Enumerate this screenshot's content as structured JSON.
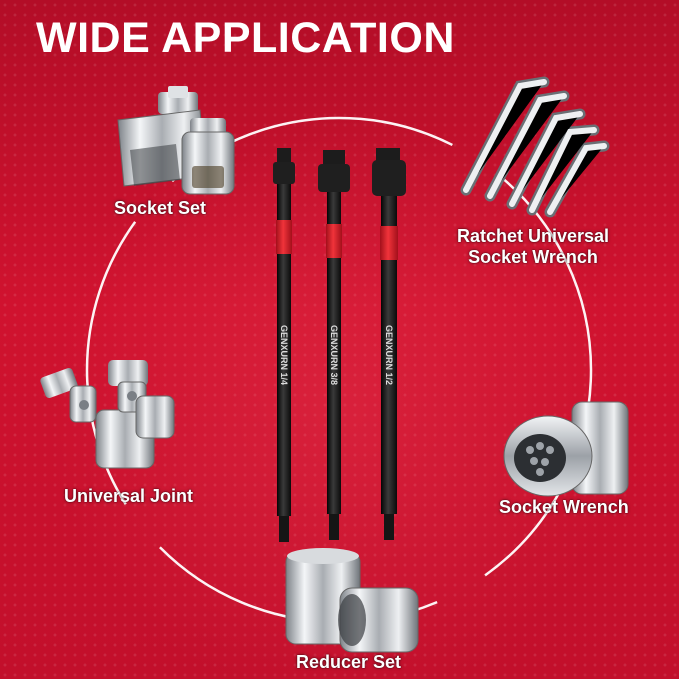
{
  "headline": "WIDE APPLICATION",
  "labels": {
    "socket_set": "Socket Set",
    "ratchet_line1": "Ratchet Universal",
    "ratchet_line2": "Socket Wrench",
    "universal_joint": "Universal Joint",
    "socket_wrench": "Socket Wrench",
    "reducer_set": "Reducer Set"
  },
  "extensions": [
    {
      "brand": "GENXURN",
      "size": "1/4"
    },
    {
      "brand": "GENXURN",
      "size": "3/8"
    },
    {
      "brand": "GENXURN",
      "size": "1/2"
    }
  ],
  "colors": {
    "background": "#c8102e",
    "accent_band": "#e0242f",
    "shaft": "#1a1a1a",
    "text": "#ffffff"
  },
  "icons": [
    "socket-set-icon",
    "ratchet-wrench-icon",
    "universal-joint-icon",
    "socket-wrench-icon",
    "reducer-set-icon",
    "impact-extension-bar-icon"
  ]
}
